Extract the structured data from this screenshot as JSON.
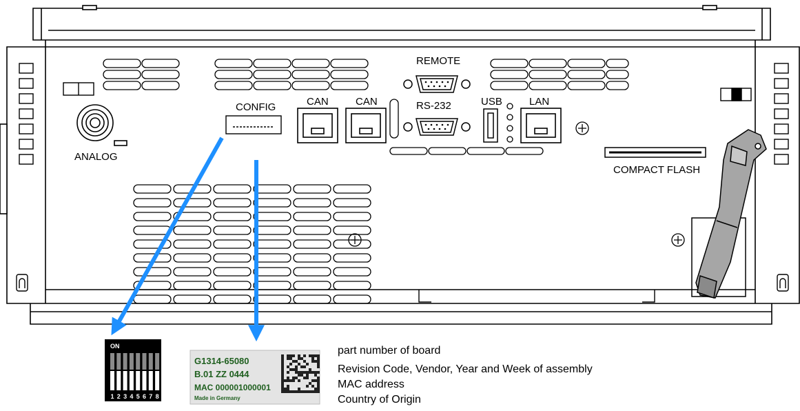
{
  "panel_labels": {
    "remote": "REMOTE",
    "config": "CONFIG",
    "can_1": "CAN",
    "can_2": "CAN",
    "rs232": "RS-232",
    "usb": "USB",
    "lan": "LAN",
    "analog": "ANALOG",
    "compact_flash": "COMPACT FLASH"
  },
  "dip_switch": {
    "on_label": "ON",
    "numbers": [
      "1",
      "2",
      "3",
      "4",
      "5",
      "6",
      "7",
      "8"
    ]
  },
  "board_label": {
    "part_number": "G1314-65080",
    "revision": "B.01 ZZ 0444",
    "mac": "MAC 000001000001",
    "origin": "Made in Germany"
  },
  "legend": {
    "part_number_desc": "part number of board",
    "revision_desc": "Revision Code, Vendor, Year and Week of assembly",
    "mac_desc": "MAC address",
    "origin_desc": "Country of Origin"
  },
  "colors": {
    "arrow": "#1e90ff",
    "outline": "#000000",
    "dip_body": "#000000",
    "label_bg": "#e4e4e4",
    "label_text": "#1f5f1f"
  }
}
